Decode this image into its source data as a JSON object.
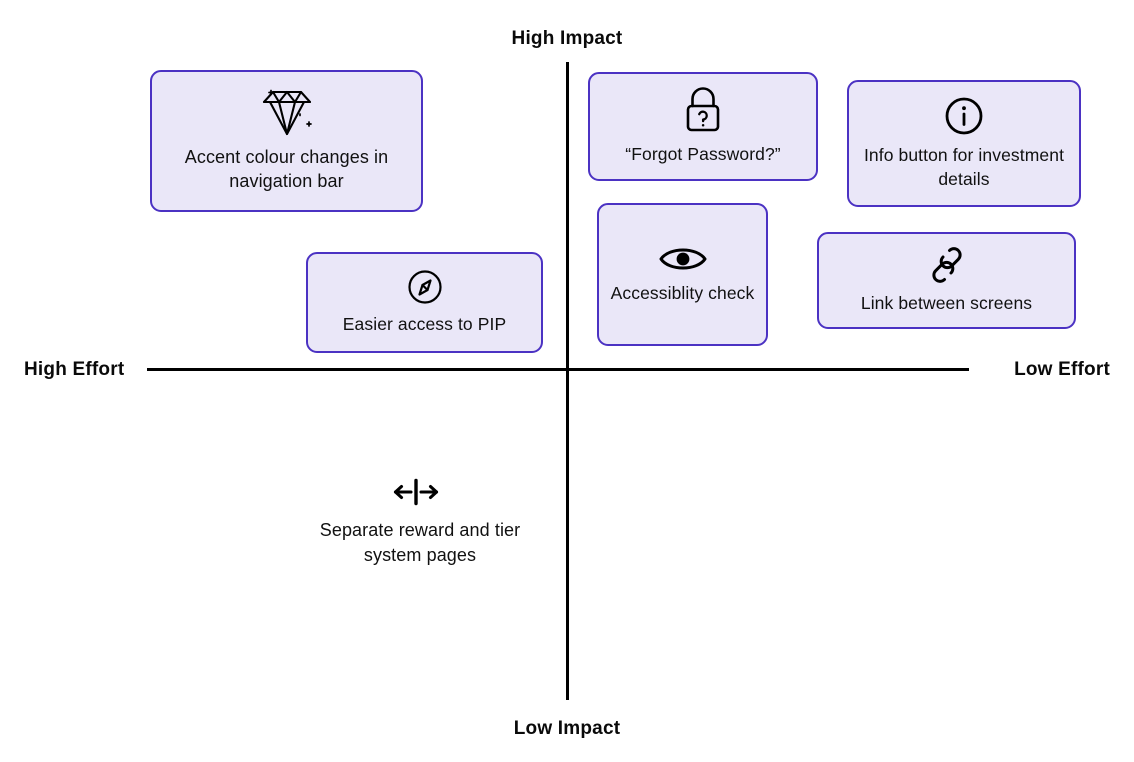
{
  "matrix": {
    "axes": {
      "top_label": "High Impact",
      "bottom_label": "Low Impact",
      "left_label": "High Effort",
      "right_label": "Low Effort"
    },
    "colors": {
      "card_fill": "#EAE7F8",
      "card_border": "#4B32C3",
      "axis": "#000000",
      "text": "#111111",
      "background": "#FFFFFF"
    },
    "items": [
      {
        "id": "accent-colour",
        "label": "Accent colour changes in navigation bar",
        "icon": "diamond-sparkle-icon",
        "quadrant": "high-impact-high-effort",
        "has_card": true
      },
      {
        "id": "pip",
        "label": "Easier access to PIP",
        "icon": "compass-icon",
        "quadrant": "high-impact-high-effort",
        "has_card": true
      },
      {
        "id": "forgot-password",
        "label": "“Forgot Password?”",
        "icon": "padlock-question-icon",
        "quadrant": "high-impact-low-effort",
        "has_card": true
      },
      {
        "id": "info-button",
        "label": "Info button for investment details",
        "icon": "info-circle-icon",
        "quadrant": "high-impact-low-effort",
        "has_card": true
      },
      {
        "id": "accessibility",
        "label": "Accessiblity check",
        "icon": "eye-icon",
        "quadrant": "high-impact-low-effort",
        "has_card": true
      },
      {
        "id": "link-screens",
        "label": "Link between screens",
        "icon": "link-chain-icon",
        "quadrant": "high-impact-low-effort",
        "has_card": true
      },
      {
        "id": "separate-pages",
        "label": "Separate reward and tier system pages",
        "icon": "split-arrows-icon",
        "quadrant": "low-impact-high-effort",
        "has_card": false
      }
    ]
  },
  "chart_data": {
    "type": "scatter",
    "title": "",
    "xlabel": "Effort",
    "ylabel": "Impact",
    "x_axis_left_label": "High Effort",
    "x_axis_right_label": "Low Effort",
    "y_axis_top_label": "High Impact",
    "y_axis_bottom_label": "Low Impact",
    "grid": false,
    "legend": "none",
    "points": [
      {
        "label": "Accent colour changes in navigation bar",
        "effort": "high",
        "impact": "high"
      },
      {
        "label": "Easier access to PIP",
        "effort": "high",
        "impact": "high"
      },
      {
        "label": "“Forgot Password?”",
        "effort": "low",
        "impact": "high"
      },
      {
        "label": "Info button for investment details",
        "effort": "low",
        "impact": "high"
      },
      {
        "label": "Accessiblity check",
        "effort": "low",
        "impact": "high"
      },
      {
        "label": "Link between screens",
        "effort": "low",
        "impact": "high"
      },
      {
        "label": "Separate reward and tier system pages",
        "effort": "high",
        "impact": "low"
      }
    ]
  }
}
